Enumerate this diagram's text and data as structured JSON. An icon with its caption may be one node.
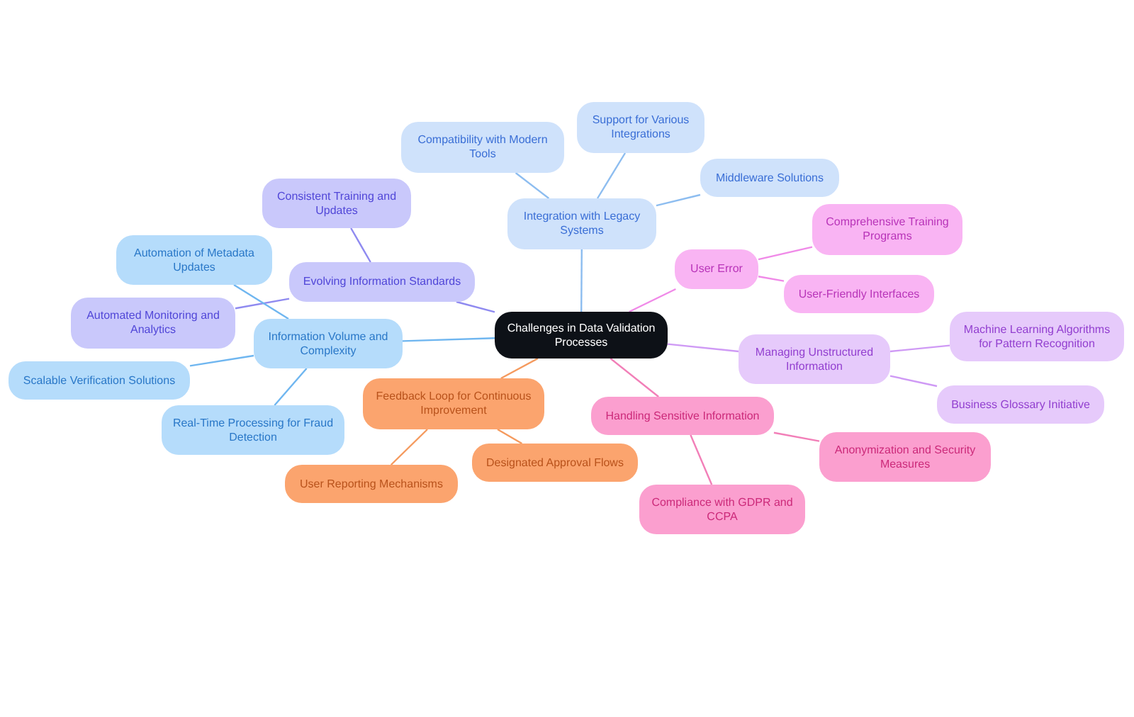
{
  "diagram": {
    "nodes": [
      {
        "text": [
          "Challenges in Data Validation Processes"
        ]
      },
      {
        "text": [
          "Integration with Legacy Systems"
        ]
      },
      {
        "text": [
          "Compatibility with Modern Tools"
        ]
      },
      {
        "text": [
          "Support for Various Integrations"
        ]
      },
      {
        "text": [
          "Middleware Solutions"
        ]
      },
      {
        "text": [
          "Evolving Information Standards"
        ]
      },
      {
        "text": [
          "Consistent Training and Updates"
        ]
      },
      {
        "text": [
          "Automated Monitoring and Analytics"
        ]
      },
      {
        "text": [
          "Information Volume and Complexity"
        ]
      },
      {
        "text": [
          "Automation of Metadata Updates"
        ]
      },
      {
        "text": [
          "Scalable Verification Solutions"
        ]
      },
      {
        "text": [
          "Real-Time Processing for Fraud Detection"
        ]
      },
      {
        "text": [
          "Feedback Loop for Continuous Improvement"
        ]
      },
      {
        "text": [
          "User Reporting Mechanisms"
        ]
      },
      {
        "text": [
          "Designated Approval Flows"
        ]
      },
      {
        "text": [
          "User Error"
        ]
      },
      {
        "text": [
          "Comprehensive Training Programs"
        ]
      },
      {
        "text": [
          "User-Friendly Interfaces"
        ]
      },
      {
        "text": [
          "Managing Unstructured Information"
        ]
      },
      {
        "text": [
          "Machine Learning Algorithms for Pattern Recognition"
        ]
      },
      {
        "text": [
          "Business Glossary Initiative"
        ]
      },
      {
        "text": [
          "Handling Sensitive Information"
        ]
      },
      {
        "text": [
          "Anonymization and Security Measures"
        ]
      },
      {
        "text": [
          "Compliance with GDPR and CCPA"
        ]
      }
    ],
    "edges": [
      {
        "from": 0,
        "to": 1,
        "arrow": "none",
        "color": "#8dbdf0"
      },
      {
        "from": 1,
        "to": 2,
        "arrow": "none",
        "color": "#8dbdf0"
      },
      {
        "from": 1,
        "to": 3,
        "arrow": "none",
        "color": "#8dbdf0"
      },
      {
        "from": 1,
        "to": 4,
        "arrow": "none",
        "color": "#8dbdf0"
      },
      {
        "from": 0,
        "to": 5,
        "arrow": "none",
        "color": "#8f8af0"
      },
      {
        "from": 5,
        "to": 6,
        "arrow": "none",
        "color": "#8f8af0"
      },
      {
        "from": 5,
        "to": 7,
        "arrow": "none",
        "color": "#8f8af0"
      },
      {
        "from": 0,
        "to": 8,
        "arrow": "none",
        "color": "#6fb6f0"
      },
      {
        "from": 8,
        "to": 9,
        "arrow": "none",
        "color": "#6fb6f0"
      },
      {
        "from": 8,
        "to": 10,
        "arrow": "none",
        "color": "#6fb6f0"
      },
      {
        "from": 8,
        "to": 11,
        "arrow": "none",
        "color": "#6fb6f0"
      },
      {
        "from": 0,
        "to": 12,
        "arrow": "none",
        "color": "#f59a5e"
      },
      {
        "from": 12,
        "to": 13,
        "arrow": "none",
        "color": "#f59a5e"
      },
      {
        "from": 12,
        "to": 14,
        "arrow": "none",
        "color": "#f59a5e"
      },
      {
        "from": 0,
        "to": 15,
        "arrow": "none",
        "color": "#f08ae8"
      },
      {
        "from": 15,
        "to": 16,
        "arrow": "none",
        "color": "#f08ae8"
      },
      {
        "from": 15,
        "to": 17,
        "arrow": "none",
        "color": "#f08ae8"
      },
      {
        "from": 0,
        "to": 18,
        "arrow": "none",
        "color": "#cf9af5"
      },
      {
        "from": 18,
        "to": 19,
        "arrow": "none",
        "color": "#cf9af5"
      },
      {
        "from": 18,
        "to": 20,
        "arrow": "none",
        "color": "#cf9af5"
      },
      {
        "from": 0,
        "to": 21,
        "arrow": "none",
        "color": "#f27fb8"
      },
      {
        "from": 21,
        "to": 22,
        "arrow": "none",
        "color": "#f27fb8"
      },
      {
        "from": 21,
        "to": 23,
        "arrow": "none",
        "color": "#f27fb8"
      }
    ]
  }
}
